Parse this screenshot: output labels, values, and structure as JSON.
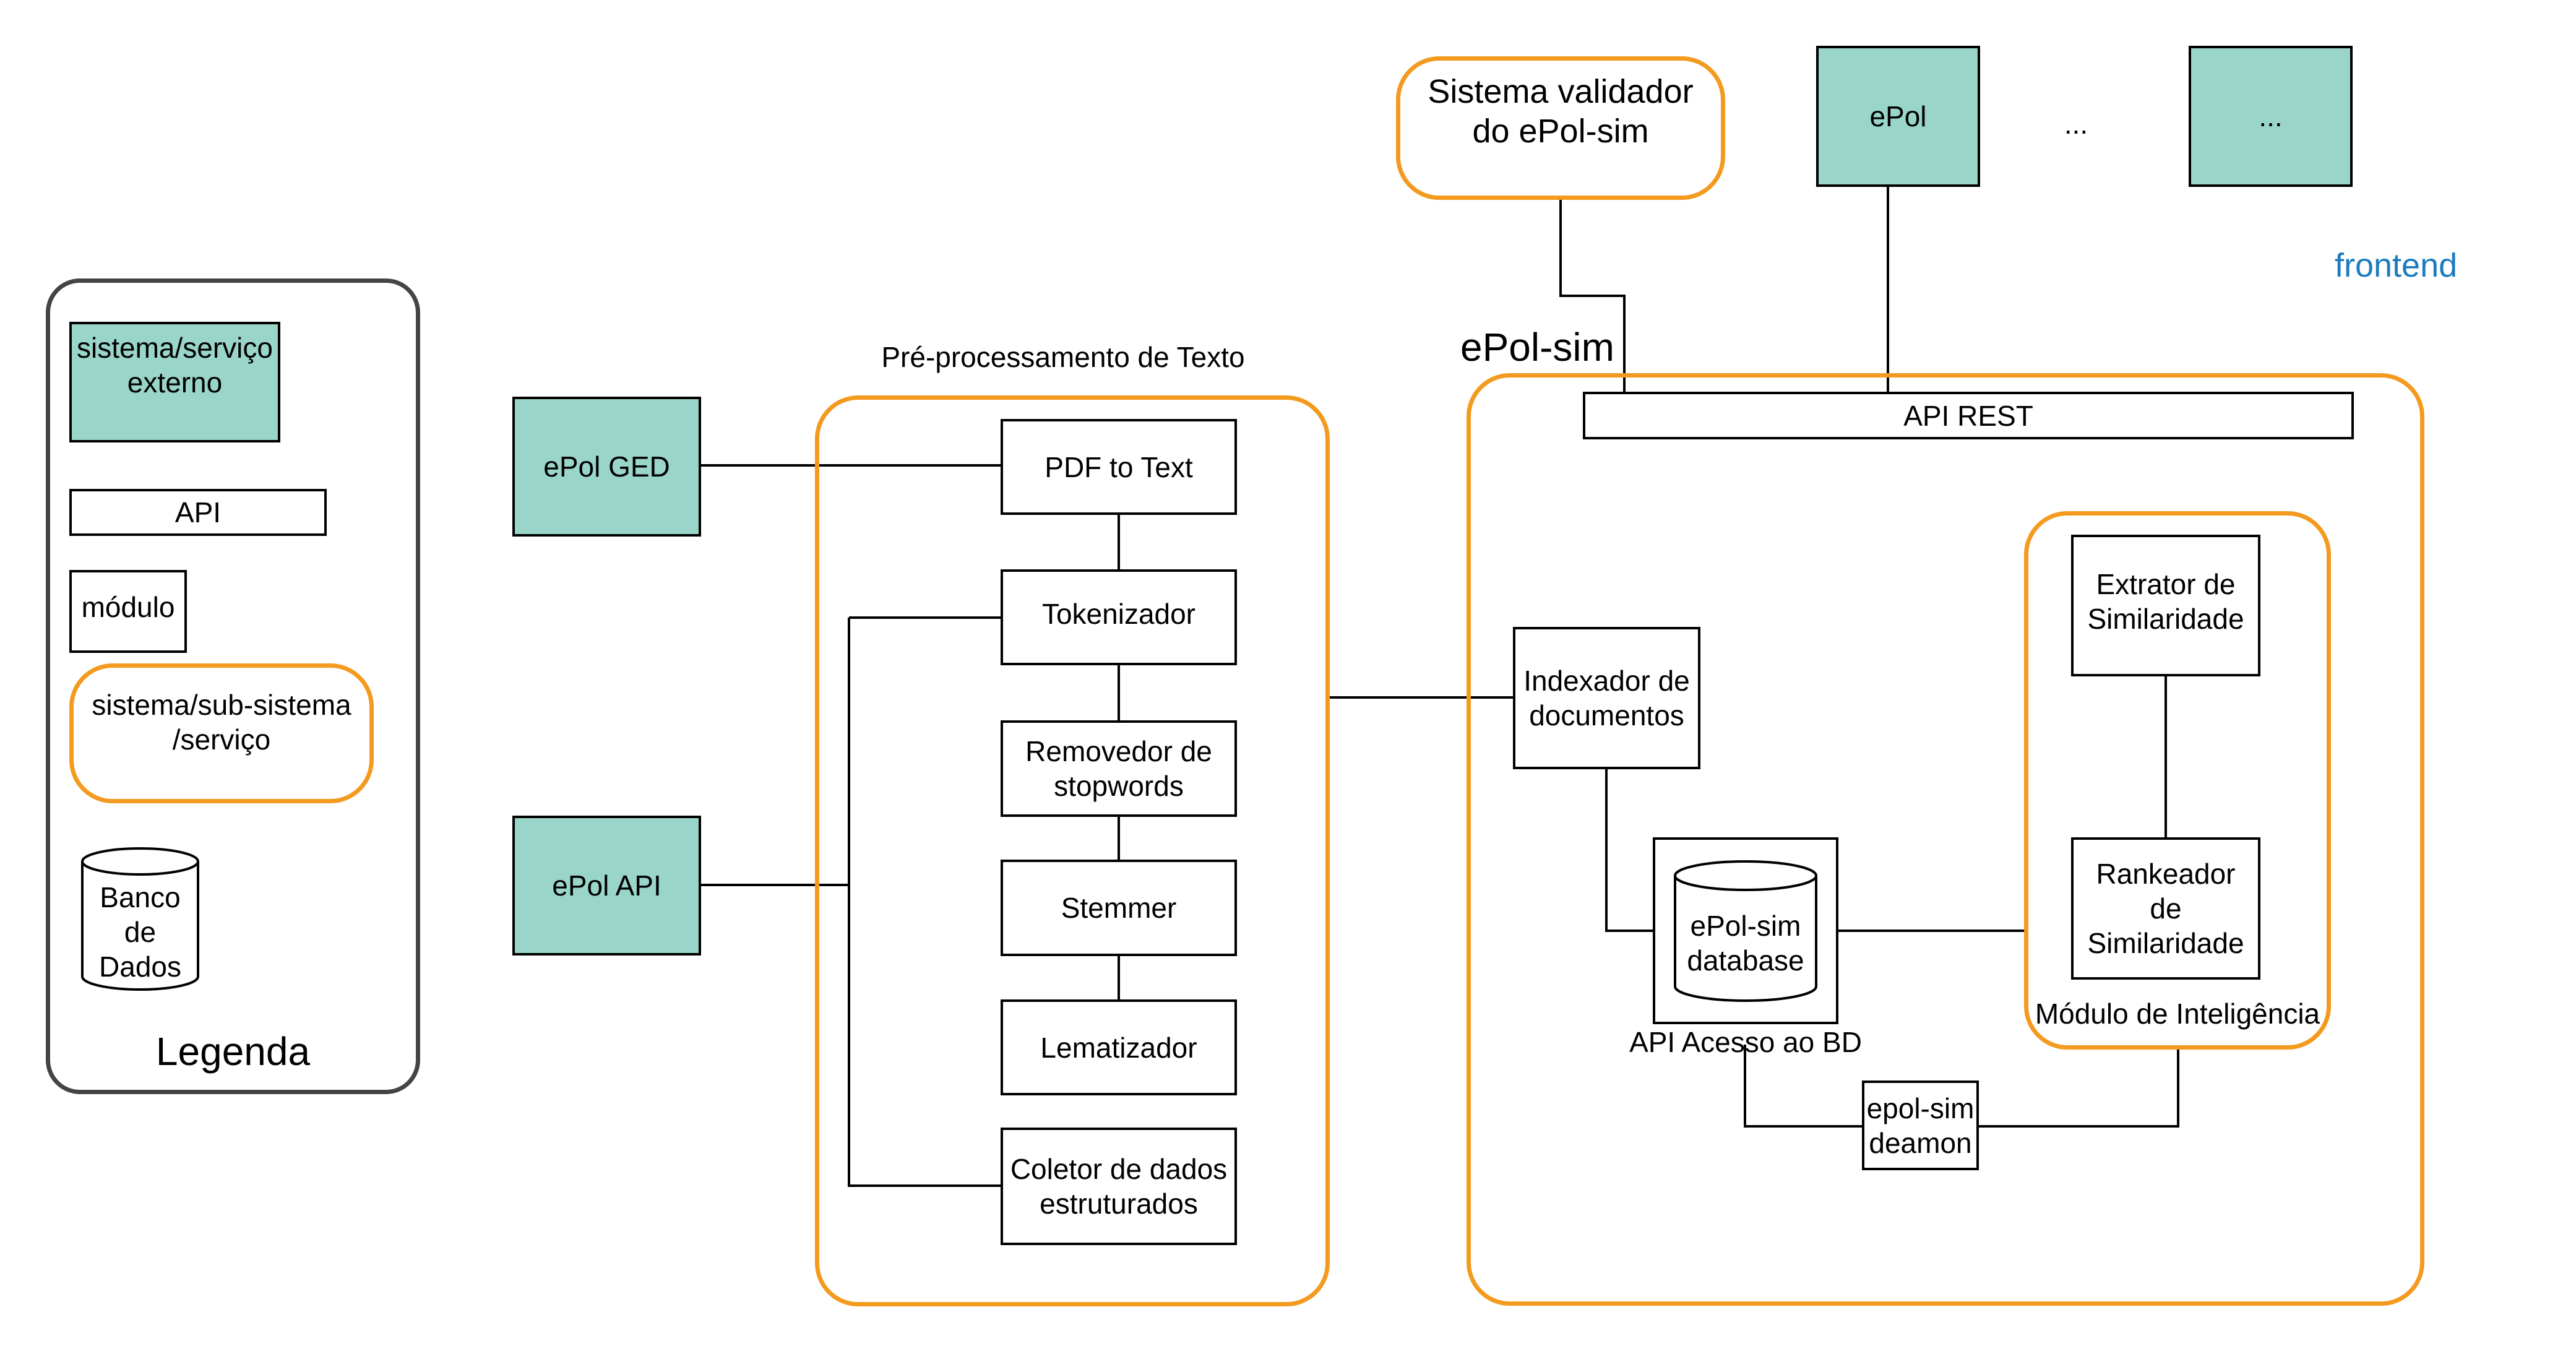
{
  "legend": {
    "title": "Legenda",
    "external_system": "sistema/serviço\nexterno",
    "api": "API",
    "module": "módulo",
    "subsystem": "sistema/sub-sistema\n/serviço",
    "database": "Banco\nde\nDados"
  },
  "external": {
    "epol_ged": "ePol GED",
    "epol_api": "ePol API"
  },
  "preprocessing": {
    "title": "Pré-processamento de Texto",
    "modules": [
      "PDF to Text",
      "Tokenizador",
      "Removedor de\nstopwords",
      "Stemmer",
      "Lematizador",
      "Coletor de dados\nestruturados"
    ]
  },
  "frontend": {
    "validator": "Sistema validador\ndo ePol-sim",
    "epol": "ePol",
    "ellipsis_text": "...",
    "ellipsis_box": "...",
    "label": "frontend"
  },
  "epolsim": {
    "title": "ePol-sim",
    "api_rest": "API REST",
    "indexer": "Indexador de\ndocumentos",
    "database": "ePol-sim\ndatabase",
    "db_access_label": "API Acesso ao BD",
    "intelligence": {
      "title": "Módulo de Inteligência",
      "extractor": "Extrator de\nSimilaridade",
      "ranker": "Rankeador\nde\nSimilaridade"
    },
    "daemon": "epol-sim\ndeamon"
  },
  "colors": {
    "external_fill": "#9ad5c9",
    "subsystem_border": "#f39a1f",
    "legend_border": "#444444",
    "frontend_label": "#1a7bbf"
  }
}
